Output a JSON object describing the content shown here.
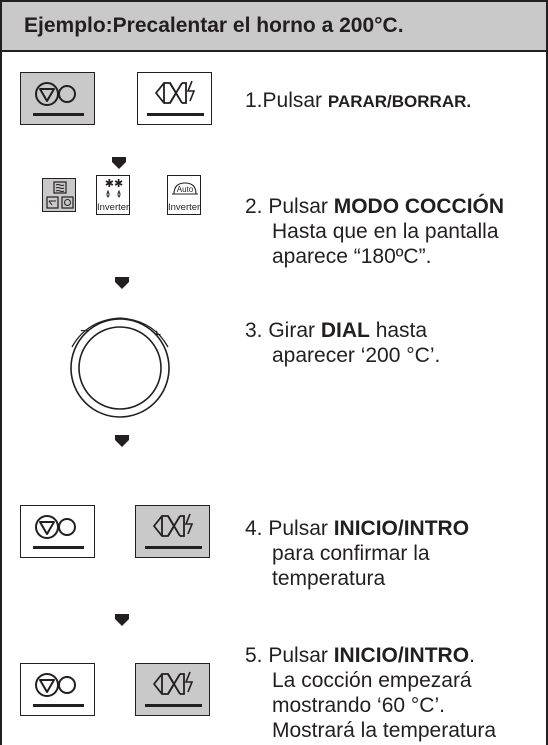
{
  "header": {
    "title": "Ejemplo:Precalentar el horno a 200°C."
  },
  "keys": {
    "stop_icon": "stop-clear-icon",
    "start_icon": "start-enter-icon",
    "mode_inverter_label_1": "Inverter",
    "mode_inverter_label_2": "Inverter",
    "mode_auto_label": "Auto"
  },
  "steps": {
    "s1": {
      "text": "1.Pulsar ",
      "bold": "PARAR/BORRAR."
    },
    "s2": {
      "text": "2. Pulsar ",
      "bold": "MODO COCCIÓN",
      "line2": "Hasta que en la pantalla",
      "line3": "aparece “180ºC”."
    },
    "s3": {
      "text": "3. Girar ",
      "bold": "DIAL",
      "after": " hasta",
      "line2": "aparecer  ‘200 °C’."
    },
    "s4": {
      "text": "4. Pulsar ",
      "bold": "INICIO/INTRO",
      "line2": "para confirmar la",
      "line3": "temperatura"
    },
    "s5": {
      "text": "5. Pulsar ",
      "bold": "INICIO/INTRO",
      "after": ".",
      "line2": "La cocción empezará",
      "line3": "mostrando ‘60 °C’.",
      "line4": "Mostrará la temperatura"
    }
  },
  "dial": {
    "minus": "−",
    "plus": "+"
  }
}
